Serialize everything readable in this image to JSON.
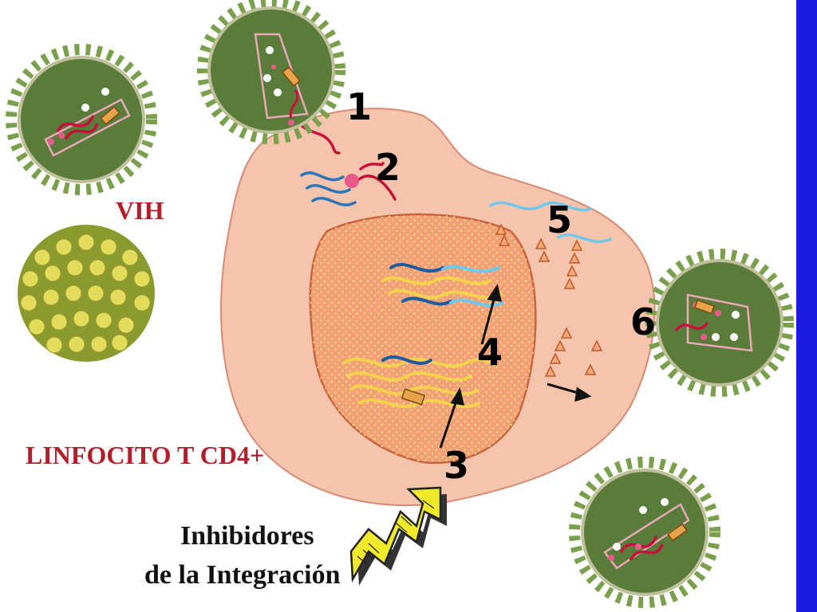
{
  "labels": {
    "virus": "VIH",
    "cell": "LINFOCITO T CD4+",
    "inhibitor_line1": "Inhibidores",
    "inhibitor_line2": "de la Integración"
  },
  "steps": [
    "1",
    "2",
    "3",
    "4",
    "5",
    "6"
  ],
  "icons": {
    "virion": "hiv-virion-icon",
    "virus_surface": "virus-surface-icon",
    "lightning": "lightning-bolt-icon"
  },
  "colors": {
    "side_bar": "#1a1ae0",
    "label_red": "#b0202a",
    "cell_fill": "#f5c4ad",
    "nucleus_fill": "#f3a079",
    "virion_fill": "#5a7c3a",
    "viral_rna": "#c8103a",
    "host_dna": "#f3d24c",
    "new_dna": "#2b74b8",
    "bolt": "#f1ea2a"
  }
}
